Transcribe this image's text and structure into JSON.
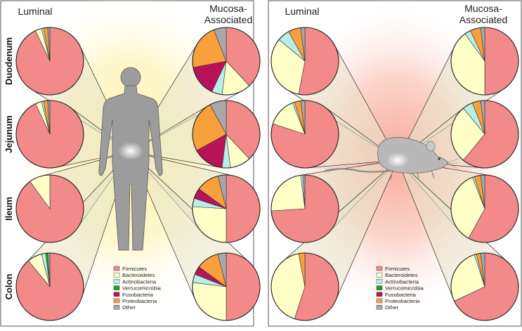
{
  "figure": {
    "legend": [
      {
        "name": "Firmicutes",
        "color": "#F28A8A"
      },
      {
        "name": "Bacteroidetes",
        "color": "#FFFFC8"
      },
      {
        "name": "Actinobacteria",
        "color": "#B8EEE6"
      },
      {
        "name": "Verrucomicrobia",
        "color": "#22A022"
      },
      {
        "name": "Fusobacteria",
        "color": "#B8125A"
      },
      {
        "name": "Proteobacteria",
        "color": "#F7A03C"
      },
      {
        "name": "Other",
        "color": "#A8A8A8"
      }
    ],
    "panel_colors": {
      "human_glow": "#FFF2A8",
      "mouse_glow": "#F9BBAA",
      "pie_outline": "#333333",
      "silhouette": "#9A9A9A"
    }
  },
  "chart_data": [
    {
      "type": "pie",
      "panel": "human",
      "column_titles": {
        "luminal": "Luminal",
        "mucosa_line1": "Mucosa-",
        "mucosa_line2": "Associated"
      },
      "row_labels": [
        "Duodenum",
        "Jejunum",
        "Ileum",
        "Colon"
      ],
      "categories": [
        "Firmicutes",
        "Bacteroidetes",
        "Actinobacteria",
        "Verrucomicrobia",
        "Fusobacteria",
        "Proteobacteria",
        "Other"
      ],
      "pies": [
        {
          "site": "Duodenum",
          "fraction": "Luminal",
          "values": [
            93,
            3,
            1,
            0,
            0,
            2,
            1
          ]
        },
        {
          "site": "Duodenum",
          "fraction": "Mucosa-Associated",
          "values": [
            38,
            14,
            5,
            0,
            15,
            22,
            6
          ]
        },
        {
          "site": "Jejunum",
          "fraction": "Luminal",
          "values": [
            93,
            3,
            1,
            0,
            0,
            2,
            1
          ]
        },
        {
          "site": "Jejunum",
          "fraction": "Mucosa-Associated",
          "values": [
            38,
            10,
            4,
            0,
            15,
            25,
            8
          ]
        },
        {
          "site": "Ileum",
          "fraction": "Luminal",
          "values": [
            90,
            10,
            0,
            0,
            0,
            0,
            0
          ]
        },
        {
          "site": "Ileum",
          "fraction": "Mucosa-Associated",
          "values": [
            50,
            26,
            4,
            0,
            5,
            11,
            4
          ]
        },
        {
          "site": "Colon",
          "fraction": "Luminal",
          "values": [
            89,
            7,
            2,
            1,
            0,
            0,
            1
          ]
        },
        {
          "site": "Colon",
          "fraction": "Mucosa-Associated",
          "values": [
            50,
            27,
            4,
            0,
            4,
            11,
            4
          ]
        }
      ]
    },
    {
      "type": "pie",
      "panel": "mouse",
      "column_titles": {
        "luminal": "Luminal",
        "mucosa_line1": "Mucosa-",
        "mucosa_line2": "Associated"
      },
      "categories": [
        "Firmicutes",
        "Bacteroidetes",
        "Actinobacteria",
        "Verrucomicrobia",
        "Fusobacteria",
        "Proteobacteria",
        "Other"
      ],
      "pies": [
        {
          "site": "Duodenum",
          "fraction": "Luminal",
          "values": [
            53,
            33,
            6,
            0,
            0,
            6,
            2
          ]
        },
        {
          "site": "Duodenum",
          "fraction": "Mucosa-Associated",
          "values": [
            50,
            40,
            3,
            0,
            0,
            5,
            2
          ]
        },
        {
          "site": "Jejunum",
          "fraction": "Luminal",
          "values": [
            80,
            14,
            1,
            0,
            0,
            3,
            2
          ]
        },
        {
          "site": "Jejunum",
          "fraction": "Mucosa-Associated",
          "values": [
            61,
            28,
            5,
            0,
            0,
            4,
            2
          ]
        },
        {
          "site": "Ileum",
          "fraction": "Luminal",
          "values": [
            74,
            24,
            1,
            0,
            0,
            0,
            1
          ]
        },
        {
          "site": "Ileum",
          "fraction": "Mucosa-Associated",
          "values": [
            58,
            36,
            1,
            0,
            0,
            3,
            2
          ]
        },
        {
          "site": "Colon",
          "fraction": "Luminal",
          "values": [
            55,
            42,
            0,
            0,
            0,
            3,
            0
          ]
        },
        {
          "site": "Colon",
          "fraction": "Mucosa-Associated",
          "values": [
            68,
            27,
            1,
            0,
            0,
            2,
            2
          ]
        }
      ]
    }
  ]
}
